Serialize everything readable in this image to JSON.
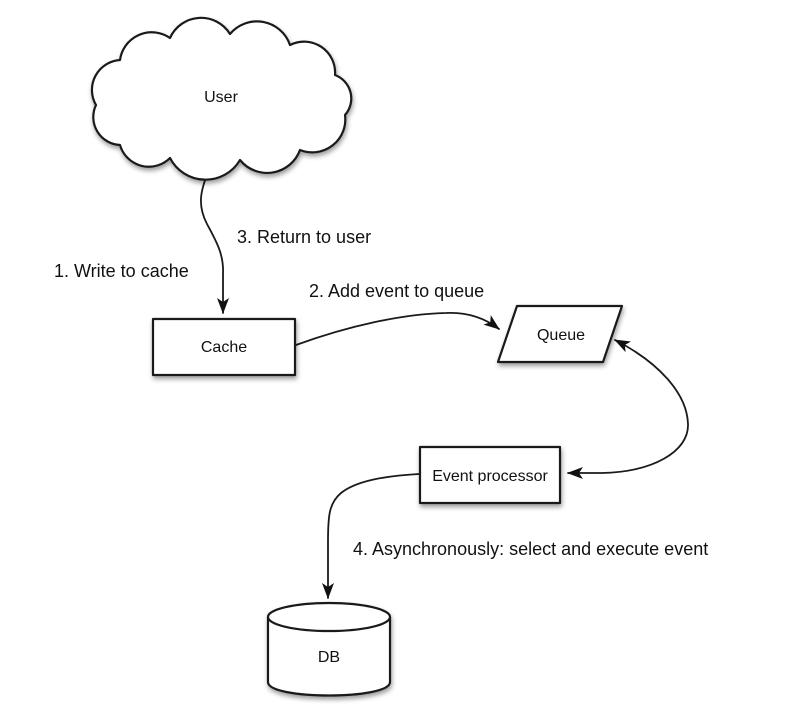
{
  "diagram": {
    "type": "flow-diagram",
    "background_color": "#ffffff",
    "stroke_color": "#1a1a1a",
    "node_fill_color": "#ffffff",
    "text_color": "#111111",
    "nodes": [
      {
        "id": "user",
        "shape": "cloud",
        "label": "User"
      },
      {
        "id": "cache",
        "shape": "rectangle",
        "label": "Cache"
      },
      {
        "id": "queue",
        "shape": "parallelogram",
        "label": "Queue"
      },
      {
        "id": "event-processor",
        "shape": "rectangle",
        "label": "Event processor"
      },
      {
        "id": "db",
        "shape": "cylinder",
        "label": "DB"
      }
    ],
    "connectors": [
      {
        "id": "user-to-cache",
        "from": "user",
        "to": "cache",
        "arrowheads": "end"
      },
      {
        "id": "cache-to-queue",
        "from": "cache",
        "to": "queue",
        "arrowheads": "end"
      },
      {
        "id": "queue-event-processor",
        "from": "queue",
        "to": "event-processor",
        "arrowheads": "both"
      },
      {
        "id": "event-processor-to-db",
        "from": "event-processor",
        "to": "db",
        "arrowheads": "end"
      }
    ],
    "annotations": {
      "step1": "1. Write to cache",
      "step2": "2. Add event to queue",
      "step3": "3. Return to user",
      "step4": "4. Asynchronously: select and execute event"
    }
  }
}
